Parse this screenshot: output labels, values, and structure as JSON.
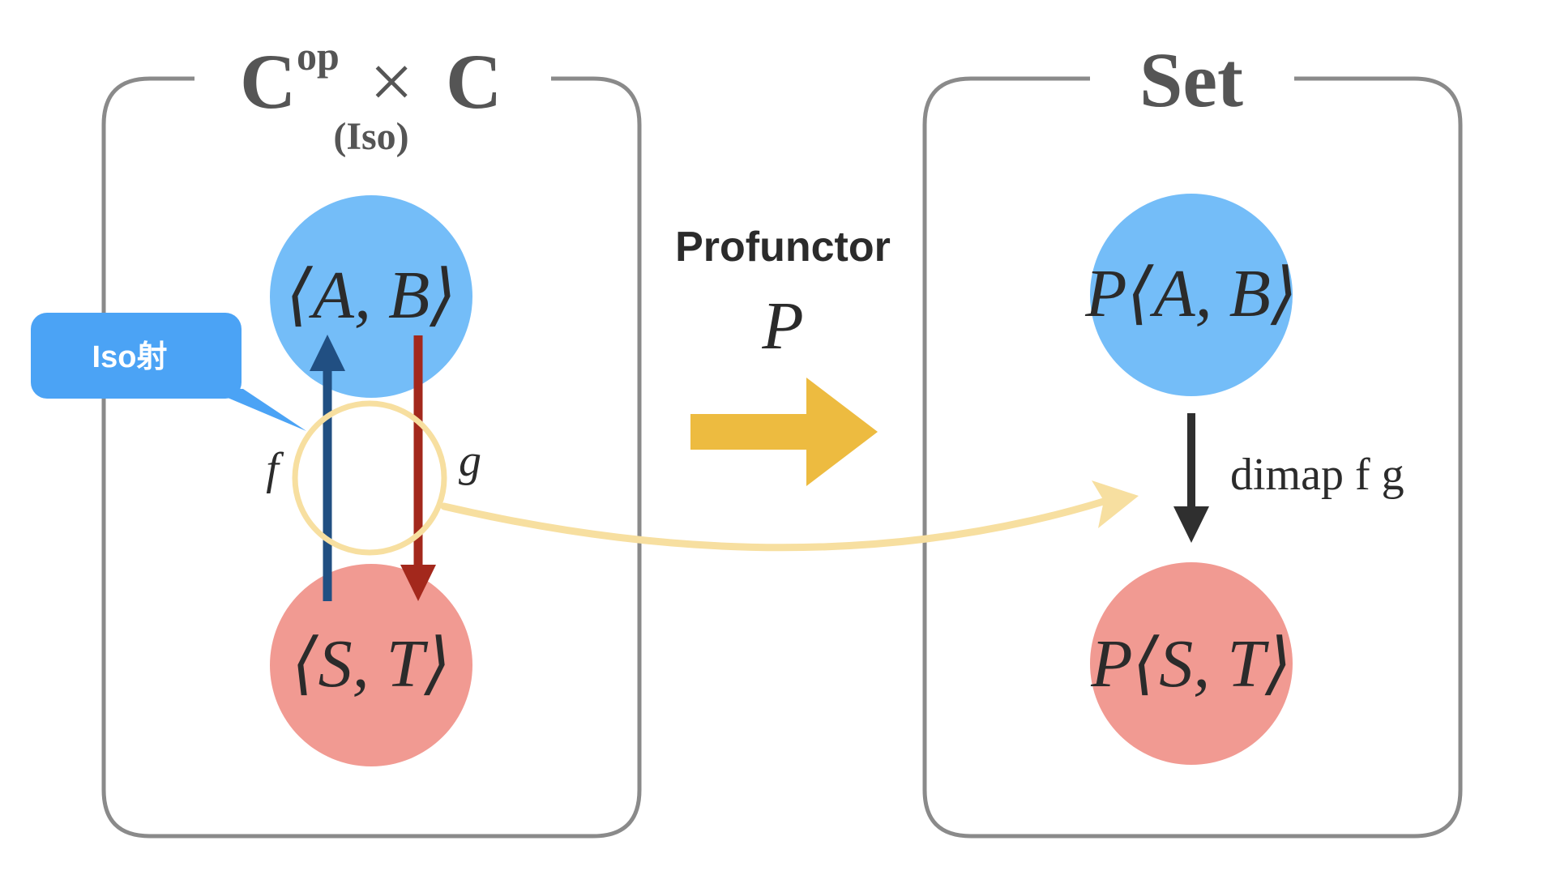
{
  "left_box": {
    "title_main": "C",
    "title_sup": "op",
    "title_times": "×",
    "title_main2": "C",
    "subtitle": "(Iso)"
  },
  "right_box": {
    "title": "Set"
  },
  "left_nodes": {
    "top": "⟨A, B⟩",
    "bottom": "⟨S, T⟩"
  },
  "right_nodes": {
    "top": "P⟨A, B⟩",
    "bottom": "P⟨S, T⟩"
  },
  "arrows": {
    "f_label": "f",
    "g_label": "g",
    "dimap_label": "dimap f g"
  },
  "functor": {
    "name": "Profunctor",
    "symbol": "P"
  },
  "callout": {
    "label": "Iso射"
  },
  "colors": {
    "box_border": "#8a8a8a",
    "title_text": "#555555",
    "node_blue": "#74bdf8",
    "node_red": "#f19a92",
    "arrow_f": "#214f82",
    "arrow_g": "#a3281c",
    "functor_arrow": "#edbb40",
    "mapping_curve": "#f7dfa0",
    "callout_bg": "#4ba3f5",
    "dimap_arrow": "#2f2f2f",
    "text_dark": "#2b2b2b"
  }
}
